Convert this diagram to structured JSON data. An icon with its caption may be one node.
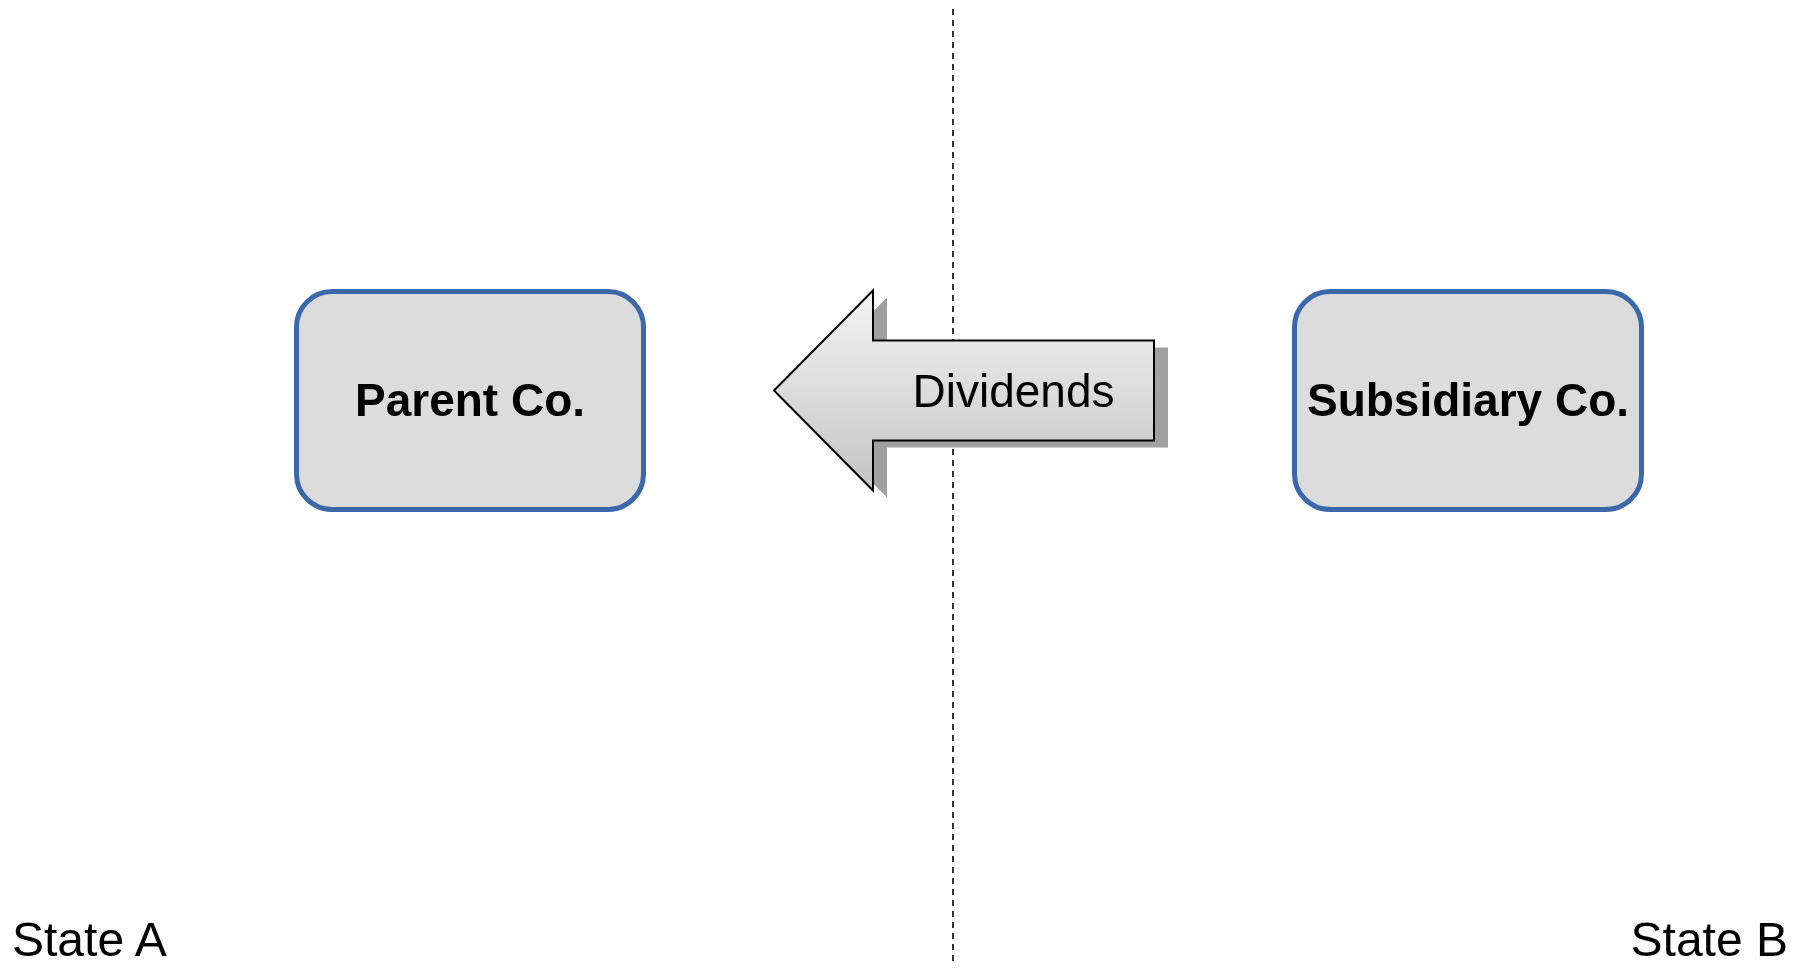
{
  "diagram": {
    "nodes": [
      {
        "text": [
          "Parent Co."
        ]
      },
      {
        "text": [
          "Subsidiary Co."
        ]
      }
    ],
    "edges": [
      {
        "from": 1,
        "to": 0,
        "arrow": "to",
        "label": "Dividends"
      }
    ],
    "labels": [
      "State A",
      "State B"
    ]
  }
}
